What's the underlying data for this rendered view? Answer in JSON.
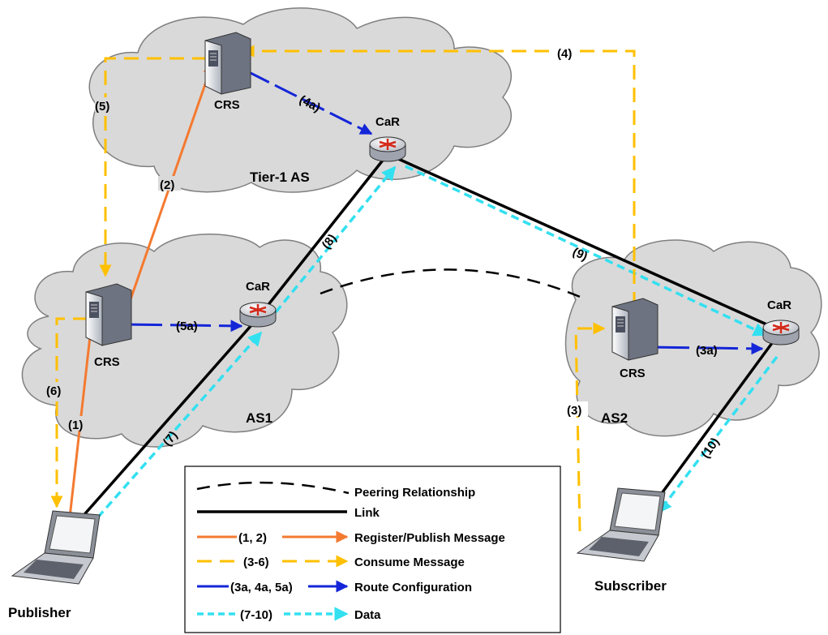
{
  "nodes": {
    "crs_tier1": "CRS",
    "crs_as1": "CRS",
    "crs_as2": "CRS",
    "car_tier1": "CaR",
    "car_as1": "CaR",
    "car_as2": "CaR"
  },
  "clouds": {
    "tier1": "Tier-1 AS",
    "as1": "AS1",
    "as2": "AS2"
  },
  "hosts": {
    "publisher": "Publisher",
    "subscriber": "Subscriber"
  },
  "steps": {
    "s1": "(1)",
    "s2": "(2)",
    "s3": "(3)",
    "s3a": "(3a)",
    "s4": "(4)",
    "s4a": "(4a)",
    "s5": "(5)",
    "s5a": "(5a)",
    "s6": "(6)",
    "s7": "(7)",
    "s8": "(8)",
    "s9": "(9)",
    "s10": "(10)"
  },
  "legend": {
    "peering": "Peering Relationship",
    "link": "Link",
    "register": "Register/Publish Message",
    "register_tag": "(1, 2)",
    "consume": "Consume Message",
    "consume_tag": "(3-6)",
    "route": "Route Configuration",
    "route_tag": "(3a, 4a, 5a)",
    "data": "Data",
    "data_tag": "(7-10)"
  },
  "colors": {
    "register": "#f47a30",
    "consume": "#ffc000",
    "route": "#1426d8",
    "data": "#33e0f0",
    "link": "#000000",
    "cloud": "#d9d9d9"
  }
}
